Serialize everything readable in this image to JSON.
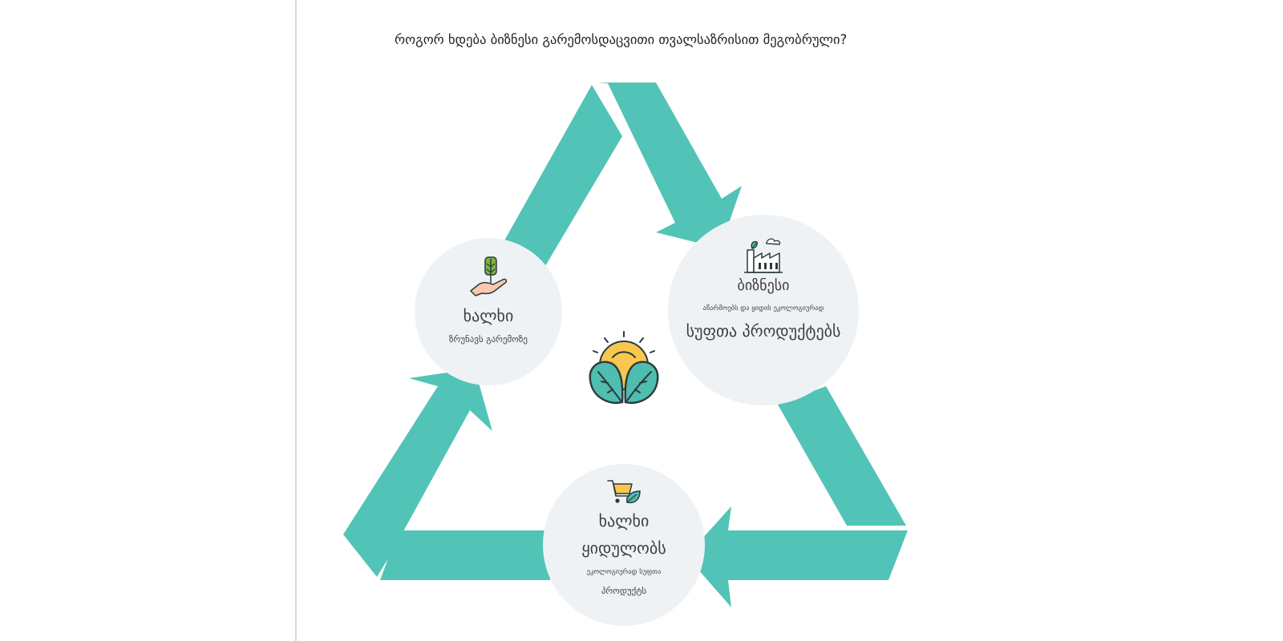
{
  "heading": "როგორ ხდება ბიზნესი გარემოსდაცვითი თვალსაზრისით მეგობრული?",
  "nodes": {
    "people_care": {
      "title": "ხალხი",
      "subtitle": "ზრუნავს გარემოზე",
      "icon": "hand-sprout-icon"
    },
    "business": {
      "title": "ბიზნესი",
      "small_text": "აწარმოებს და ყიდის ეკოლოგიურად",
      "title_2": "სუფთა პროდუქტებს",
      "icon": "eco-factory-icon"
    },
    "people_buy": {
      "title": "ხალხი",
      "title_2": "ყიდულობს",
      "small_text": "ეკოლოგიურად სუფთა",
      "subtitle": "პროდუქტს",
      "icon": "cart-leaf-icon"
    }
  },
  "center_icon": "sun-leaves-icon",
  "colors": {
    "arrow": "#52c3b7",
    "circle": "#eef2f5",
    "sun": "#f9c74f",
    "leaf": "#4fbdb0",
    "outline": "#2b3a3a"
  }
}
